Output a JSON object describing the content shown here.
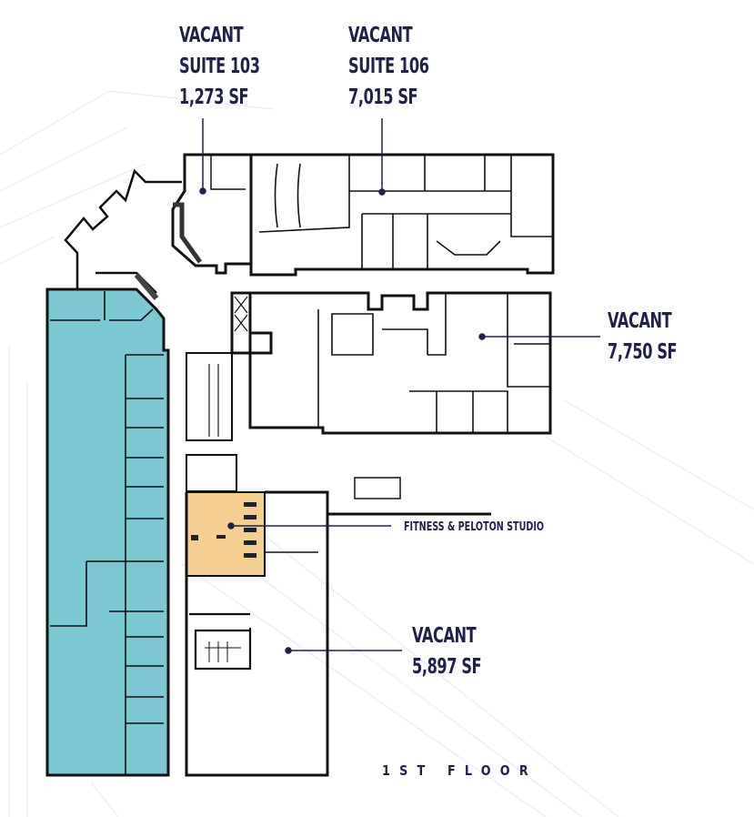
{
  "plan": {
    "floor_label": "1ST FLOOR",
    "colors": {
      "text": "#1f2147",
      "wall": "#111111",
      "leased_tenant": "#7dc7d3",
      "amenity": "#f5cf92",
      "background_lines": "#e6e9f0"
    },
    "suites": [
      {
        "status": "VACANT",
        "name": "SUITE 103",
        "area": "1,273 SF"
      },
      {
        "status": "VACANT",
        "name": "SUITE 106",
        "area": "7,015 SF"
      },
      {
        "status": "VACANT",
        "name": "",
        "area": "7,750 SF"
      },
      {
        "status": "VACANT",
        "name": "",
        "area": "5,897 SF"
      }
    ],
    "amenity": {
      "label": "FITNESS & PELOTON STUDIO"
    }
  }
}
